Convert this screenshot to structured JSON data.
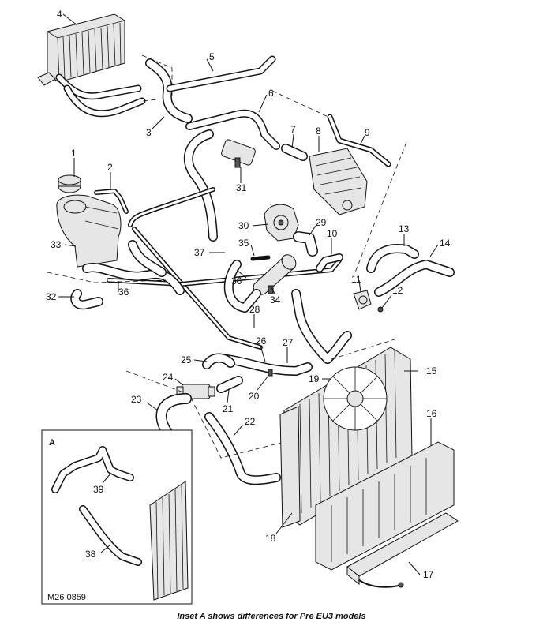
{
  "figure_ref": "M26 0859",
  "caption": "Inset A shows differences for Pre EU3 models",
  "inset_label": "A",
  "callouts": [
    "1",
    "2",
    "3",
    "4",
    "5",
    "6",
    "7",
    "8",
    "9",
    "10",
    "11",
    "12",
    "13",
    "14",
    "15",
    "16",
    "17",
    "18",
    "19",
    "20",
    "21",
    "22",
    "23",
    "24",
    "25",
    "26",
    "27",
    "28",
    "29",
    "30",
    "31",
    "32",
    "33",
    "34",
    "35",
    "36",
    "37",
    "38",
    "39"
  ]
}
